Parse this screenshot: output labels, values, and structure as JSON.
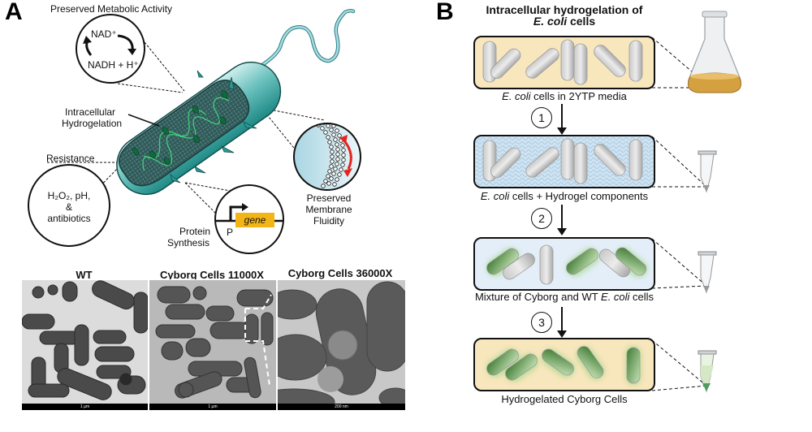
{
  "panel_a": {
    "letter": "A",
    "metabolic": {
      "label": "Preserved Metabolic Activity",
      "top": "NAD⁺",
      "bottom": "NADH + H⁺"
    },
    "hydrogelation_label_1": "Intracellular",
    "hydrogelation_label_2": "Hydrogelation",
    "resistance": {
      "label": "Resistance",
      "line1": "H₂O₂, pH,",
      "line2": "&",
      "line3": "antibiotics"
    },
    "protein": {
      "label_1": "Protein",
      "label_2": "Synthesis",
      "promoter": "P",
      "gene": "gene"
    },
    "membrane": {
      "label_1": "Preserved",
      "label_2": "Membrane",
      "label_3": "Fluidity"
    },
    "micrographs": [
      {
        "title": "WT",
        "scale": "1 µm"
      },
      {
        "title": "Cyborg Cells 11000X",
        "scale": "1 µm"
      },
      {
        "title": "Cyborg Cells 36000X",
        "scale": "200 nm"
      }
    ]
  },
  "panel_b": {
    "letter": "B",
    "title_1": "Intracellular hydrogelation of",
    "title_2_italic": "E. coli",
    "title_2_rest": " cells",
    "steps": [
      {
        "caption_italic": "E. coli",
        "caption_rest": " cells in 2YTP media",
        "vessel": "flask-icon"
      },
      {
        "caption_italic": "E. coli",
        "caption_rest": " cells + Hydrogel components",
        "vessel": "tube-icon"
      },
      {
        "caption_pre": "Mixture of Cyborg and WT ",
        "caption_italic": "E. coli",
        "caption_rest": " cells",
        "vessel": "tube-icon"
      },
      {
        "caption_rest": "Hydrogelated Cyborg Cells",
        "vessel": "tube-icon"
      }
    ],
    "step_numbers": [
      "1",
      "2",
      "3"
    ]
  },
  "colors": {
    "cell_teal": "#3aa6a0",
    "cytoplasm": "#2f5b5c",
    "gene_box": "#f2b515",
    "media_yellow": "#f8e6bd",
    "hydrogel_blue": "#cfe3f1",
    "mixture_blue": "#e3eef8",
    "cyborg_green": "#4f8a3f",
    "arrow_red": "#e52420"
  }
}
